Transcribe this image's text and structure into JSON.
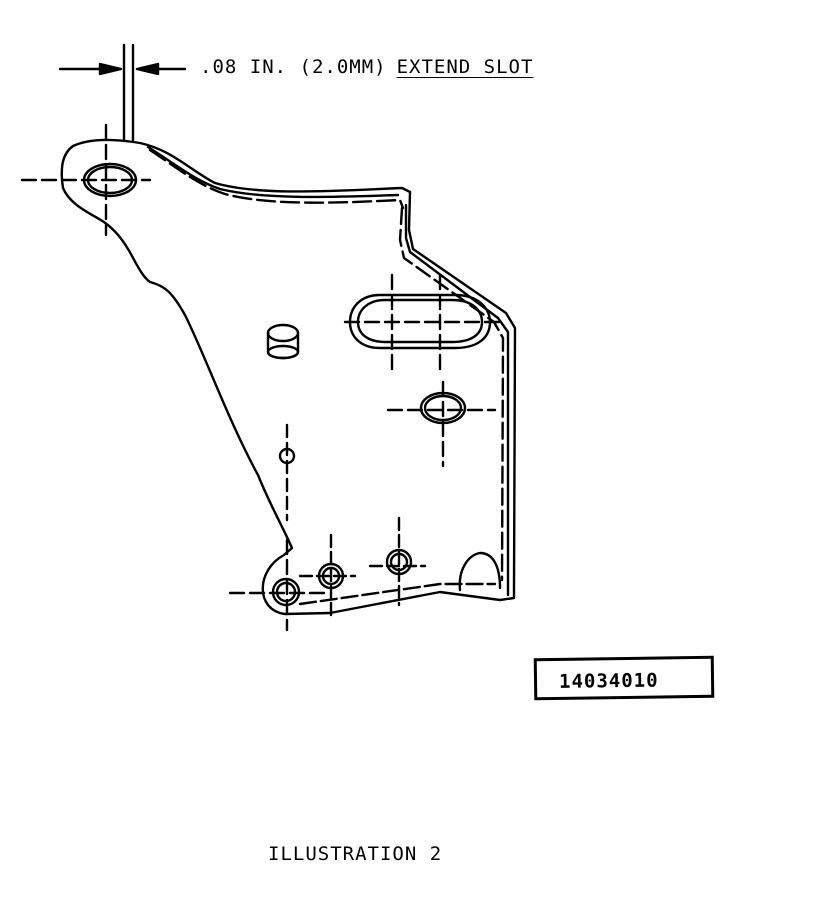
{
  "dimension_note": {
    "measure": ".08 IN. (2.0MM)",
    "instruction": "EXTEND SLOT"
  },
  "part_number": "14034010",
  "caption": "ILLUSTRATION 2"
}
